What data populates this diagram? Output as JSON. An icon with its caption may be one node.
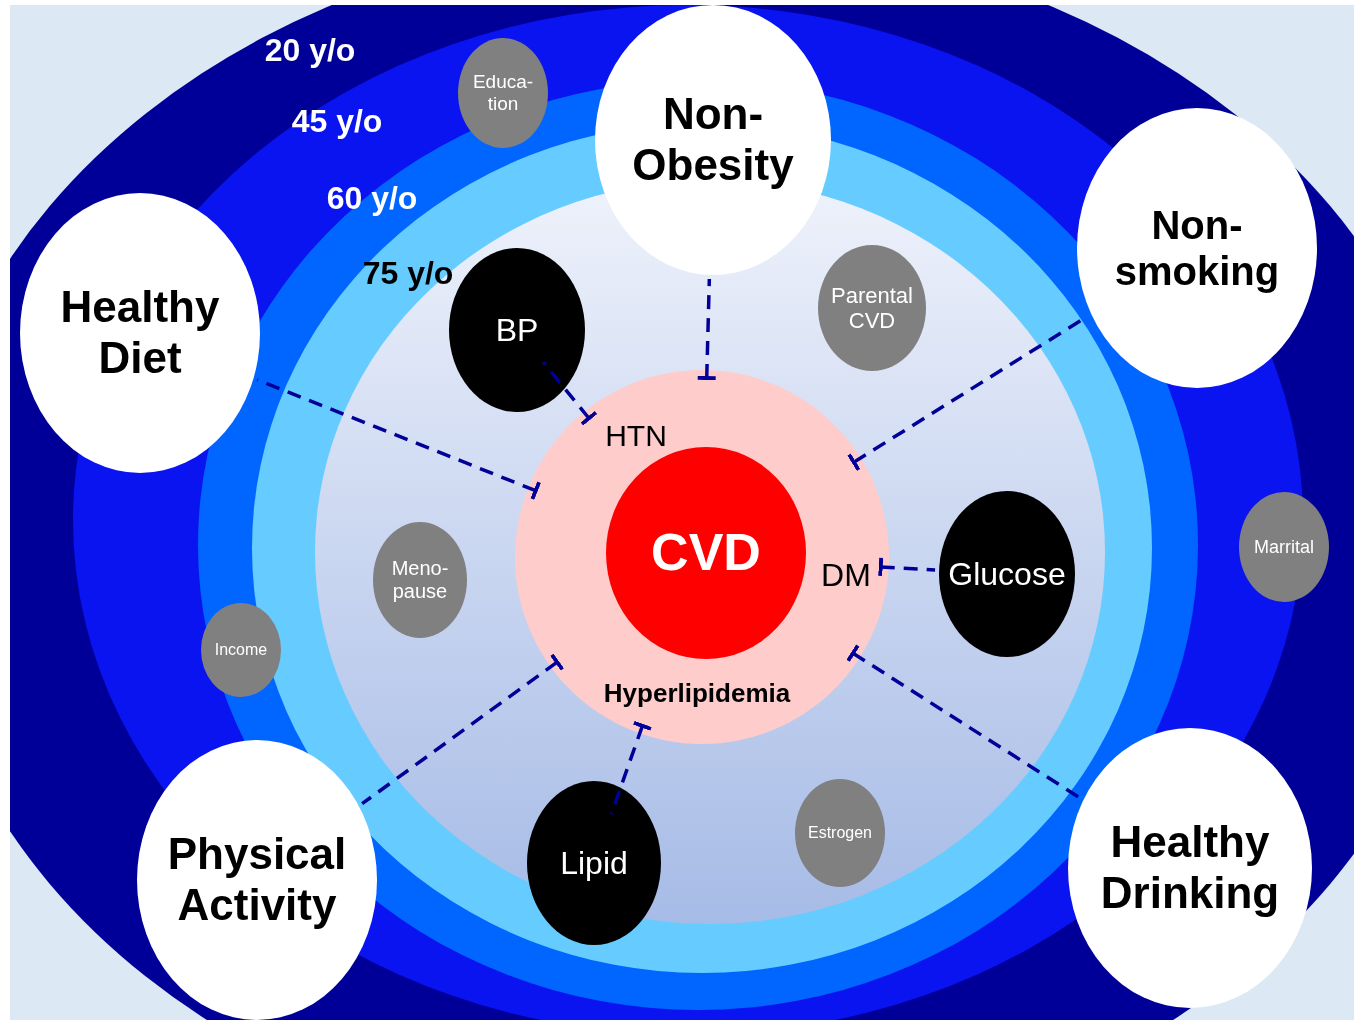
{
  "diagram": {
    "nodes": [
      {
        "text": [
          "Non- Obesity"
        ]
      },
      {
        "text": [
          "Non- smoking"
        ]
      },
      {
        "text": [
          "Healthy Diet"
        ]
      },
      {
        "text": [
          "Physical Activity"
        ]
      },
      {
        "text": [
          "Healthy Drinking"
        ]
      },
      {
        "text": [
          "Educa- tion"
        ]
      },
      {
        "text": [
          "BP"
        ]
      },
      {
        "text": [
          "Parental CVD"
        ]
      },
      {
        "text": [
          "HTN",
          "DM",
          "Hyperlipidemia"
        ]
      },
      {
        "text": [
          "CVD"
        ],
        "in": 8
      },
      {
        "text": [
          "Meno- pause"
        ]
      },
      {
        "text": [
          "Glucose"
        ]
      },
      {
        "text": [
          "Marrital"
        ]
      },
      {
        "text": [
          "Income"
        ]
      },
      {
        "text": [
          "Lipid"
        ]
      },
      {
        "text": [
          "Estrogen"
        ]
      }
    ],
    "edges": [
      {
        "from": 0,
        "to": 8,
        "arrow": "other",
        "style": "dashed"
      },
      {
        "from": 1,
        "to": 8,
        "arrow": "other",
        "style": "dashed"
      },
      {
        "from": 2,
        "to": 8,
        "arrow": "other",
        "style": "dashed"
      },
      {
        "from": 6,
        "to": 8,
        "arrow": "other",
        "style": "dashed"
      },
      {
        "from": 11,
        "to": 8,
        "arrow": "other",
        "style": "dashed"
      },
      {
        "from": 3,
        "to": 8,
        "arrow": "other",
        "style": "dashed"
      },
      {
        "from": 14,
        "to": 8,
        "arrow": "other",
        "style": "dashed"
      },
      {
        "from": 4,
        "to": 8,
        "arrow": "other",
        "style": "dashed"
      }
    ],
    "labels": [
      "20 y/o",
      "45 y/o",
      "60 y/o",
      "75 y/o"
    ]
  }
}
